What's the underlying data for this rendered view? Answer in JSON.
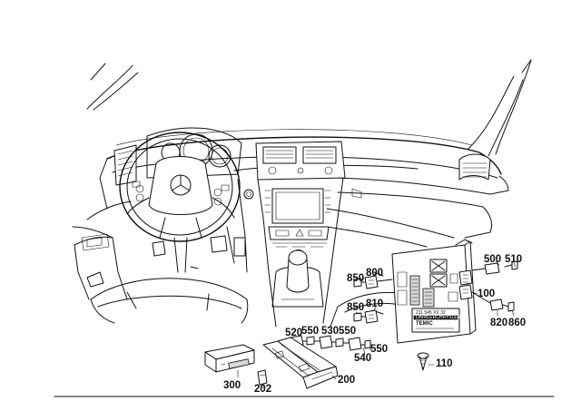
{
  "callouts": {
    "c100": "100",
    "c110": "110",
    "c200": "200",
    "c202": "202",
    "c300": "300",
    "c500": "500",
    "c510": "510",
    "c520": "520",
    "c530": "530",
    "c540": "540",
    "c550a": "550",
    "c550b": "550",
    "c550c": "550",
    "c800": "800",
    "c810": "810",
    "c820": "820",
    "c850a": "850",
    "c850b": "850",
    "c860": "860"
  },
  "module_label": {
    "brand": "TEMIC",
    "part_number": "211 545 XX 32",
    "maker": "DAIMLERCHRYSLER"
  },
  "colors": {
    "line": "#111111",
    "background": "#ffffff"
  }
}
